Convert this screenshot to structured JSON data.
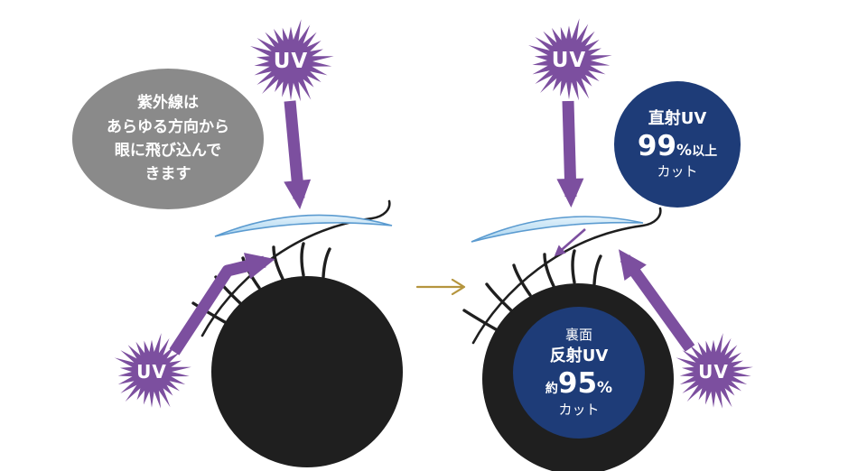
{
  "diagram": {
    "left": {
      "bubble_lines": [
        "紫外線は",
        "あらゆる方向から",
        "眼に飛び込んで",
        "きます"
      ],
      "uv_top": "UV",
      "uv_bottom": "UV"
    },
    "right": {
      "uv_top": "UV",
      "uv_bottom": "UV",
      "badge_direct": {
        "title": "直射UV",
        "value": "99",
        "percent": "%",
        "qualifier": "以上",
        "action": "カット"
      },
      "badge_reflect": {
        "line1": "裏面",
        "line2": "反射UV",
        "qualifier": "約",
        "value": "95",
        "percent": "%",
        "action": "カット"
      }
    },
    "colors": {
      "purple": "#7c4f9f",
      "navy": "#1e3c78",
      "gray": "#8a8a8a",
      "gold": "#b5953e",
      "lens_light": "#e3f2fb",
      "lens_dark": "#a6d2ee",
      "lens_edge": "#5b9bd0",
      "ink": "#1f1f1f"
    }
  }
}
